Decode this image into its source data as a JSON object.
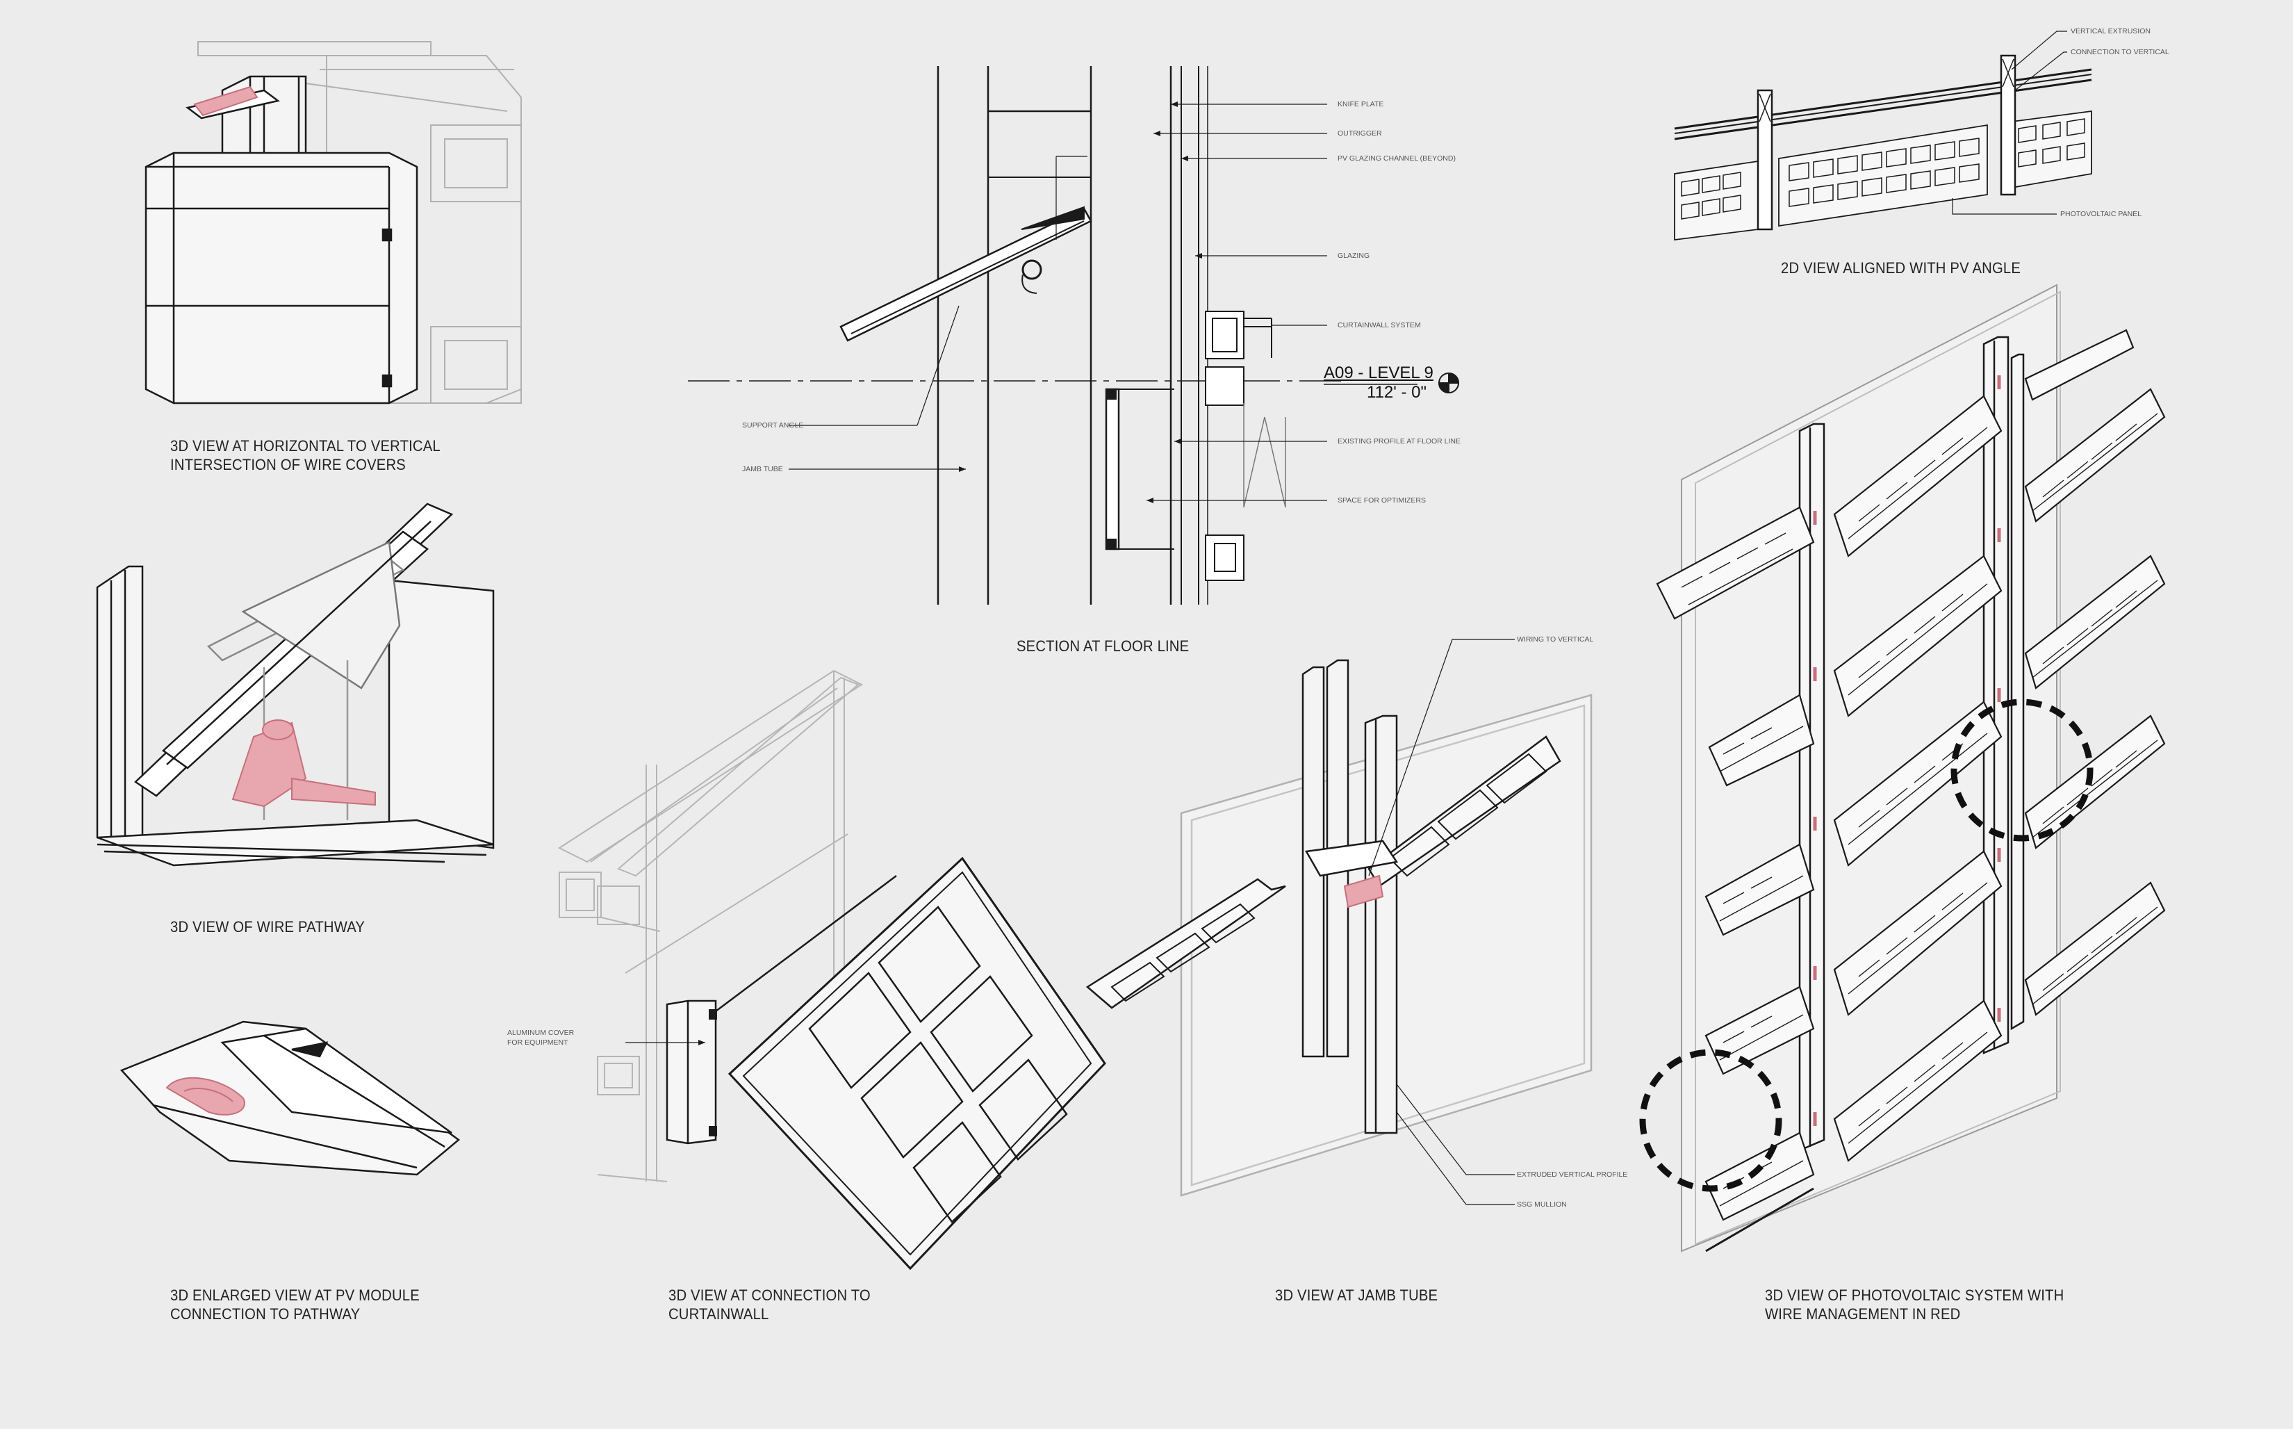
{
  "captions": {
    "horizontal_vertical_1": "3D VIEW AT HORIZONTAL TO VERTICAL",
    "horizontal_vertical_2": "INTERSECTION OF WIRE COVERS",
    "wire_pathway": "3D VIEW OF WIRE PATHWAY",
    "pv_module_1": "3D ENLARGED VIEW AT PV MODULE",
    "pv_module_2": "CONNECTION TO PATHWAY",
    "section_floor": "SECTION AT FLOOR LINE",
    "curtainwall_1": "3D VIEW AT CONNECTION TO",
    "curtainwall_2": "CURTAINWALL",
    "jamb_tube": "3D VIEW AT JAMB TUBE",
    "pv_angle": "2D VIEW ALIGNED WITH PV ANGLE",
    "pv_system_1": "3D VIEW OF PHOTOVOLTAIC SYSTEM WITH",
    "pv_system_2": "WIRE MANAGEMENT IN RED"
  },
  "section_notes": {
    "knife_plate": "KNIFE PLATE",
    "outrigger": "OUTRIGGER",
    "pv_glazing_channel": "PV GLAZING CHANNEL (BEYOND)",
    "glazing": "GLAZING",
    "curtainwall_system": "CURTAINWALL SYSTEM",
    "existing_profile": "EXISTING PROFILE AT FLOOR LINE",
    "space_optimizers": "SPACE FOR OPTIMIZERS",
    "support_angle": "SUPPORT ANGLE",
    "jamb_tube": "JAMB TUBE"
  },
  "level_marker": {
    "name": "A09 - LEVEL 9",
    "elevation": "112' - 0\""
  },
  "pv_angle_notes": {
    "vertical_extrusion": "VERTICAL EXTRUSION",
    "connection_vertical": "CONNECTION TO VERTICAL",
    "photovoltaic_panel": "PHOTOVOLTAIC PANEL"
  },
  "jamb_notes": {
    "wiring_vertical": "WIRING TO VERTICAL",
    "extruded_profile": "EXTRUDED VERTICAL PROFILE",
    "ssg_mullion": "SSG MULLION"
  },
  "curtainwall_notes": {
    "aluminum_cover_1": "ALUMINUM COVER",
    "aluminum_cover_2": "FOR EQUIPMENT"
  },
  "colors": {
    "background": "#ececec",
    "line": "#1a1a1a",
    "light_line": "#a8a8a8",
    "wire": "#e8a6ae",
    "wire_dark": "#c6707c"
  }
}
